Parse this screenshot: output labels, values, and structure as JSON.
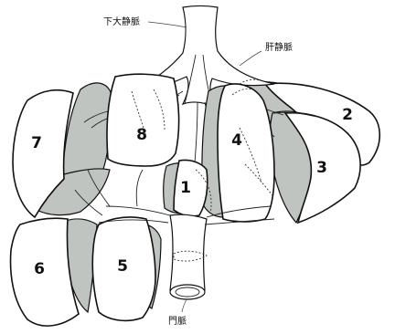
{
  "labels": {
    "ivc": "下大静脈",
    "hepatic_vein": "肝静脈",
    "portal_vein": "門脈"
  },
  "segments": [
    {
      "id": "seg1",
      "number": "1"
    },
    {
      "id": "seg2",
      "number": "2"
    },
    {
      "id": "seg3",
      "number": "3"
    },
    {
      "id": "seg4",
      "number": "4"
    },
    {
      "id": "seg5",
      "number": "5"
    },
    {
      "id": "seg6",
      "number": "6"
    },
    {
      "id": "seg7",
      "number": "7"
    },
    {
      "id": "seg8",
      "number": "8"
    }
  ],
  "colors": {
    "shade": "#bfc4c0",
    "outline": "#111111"
  }
}
